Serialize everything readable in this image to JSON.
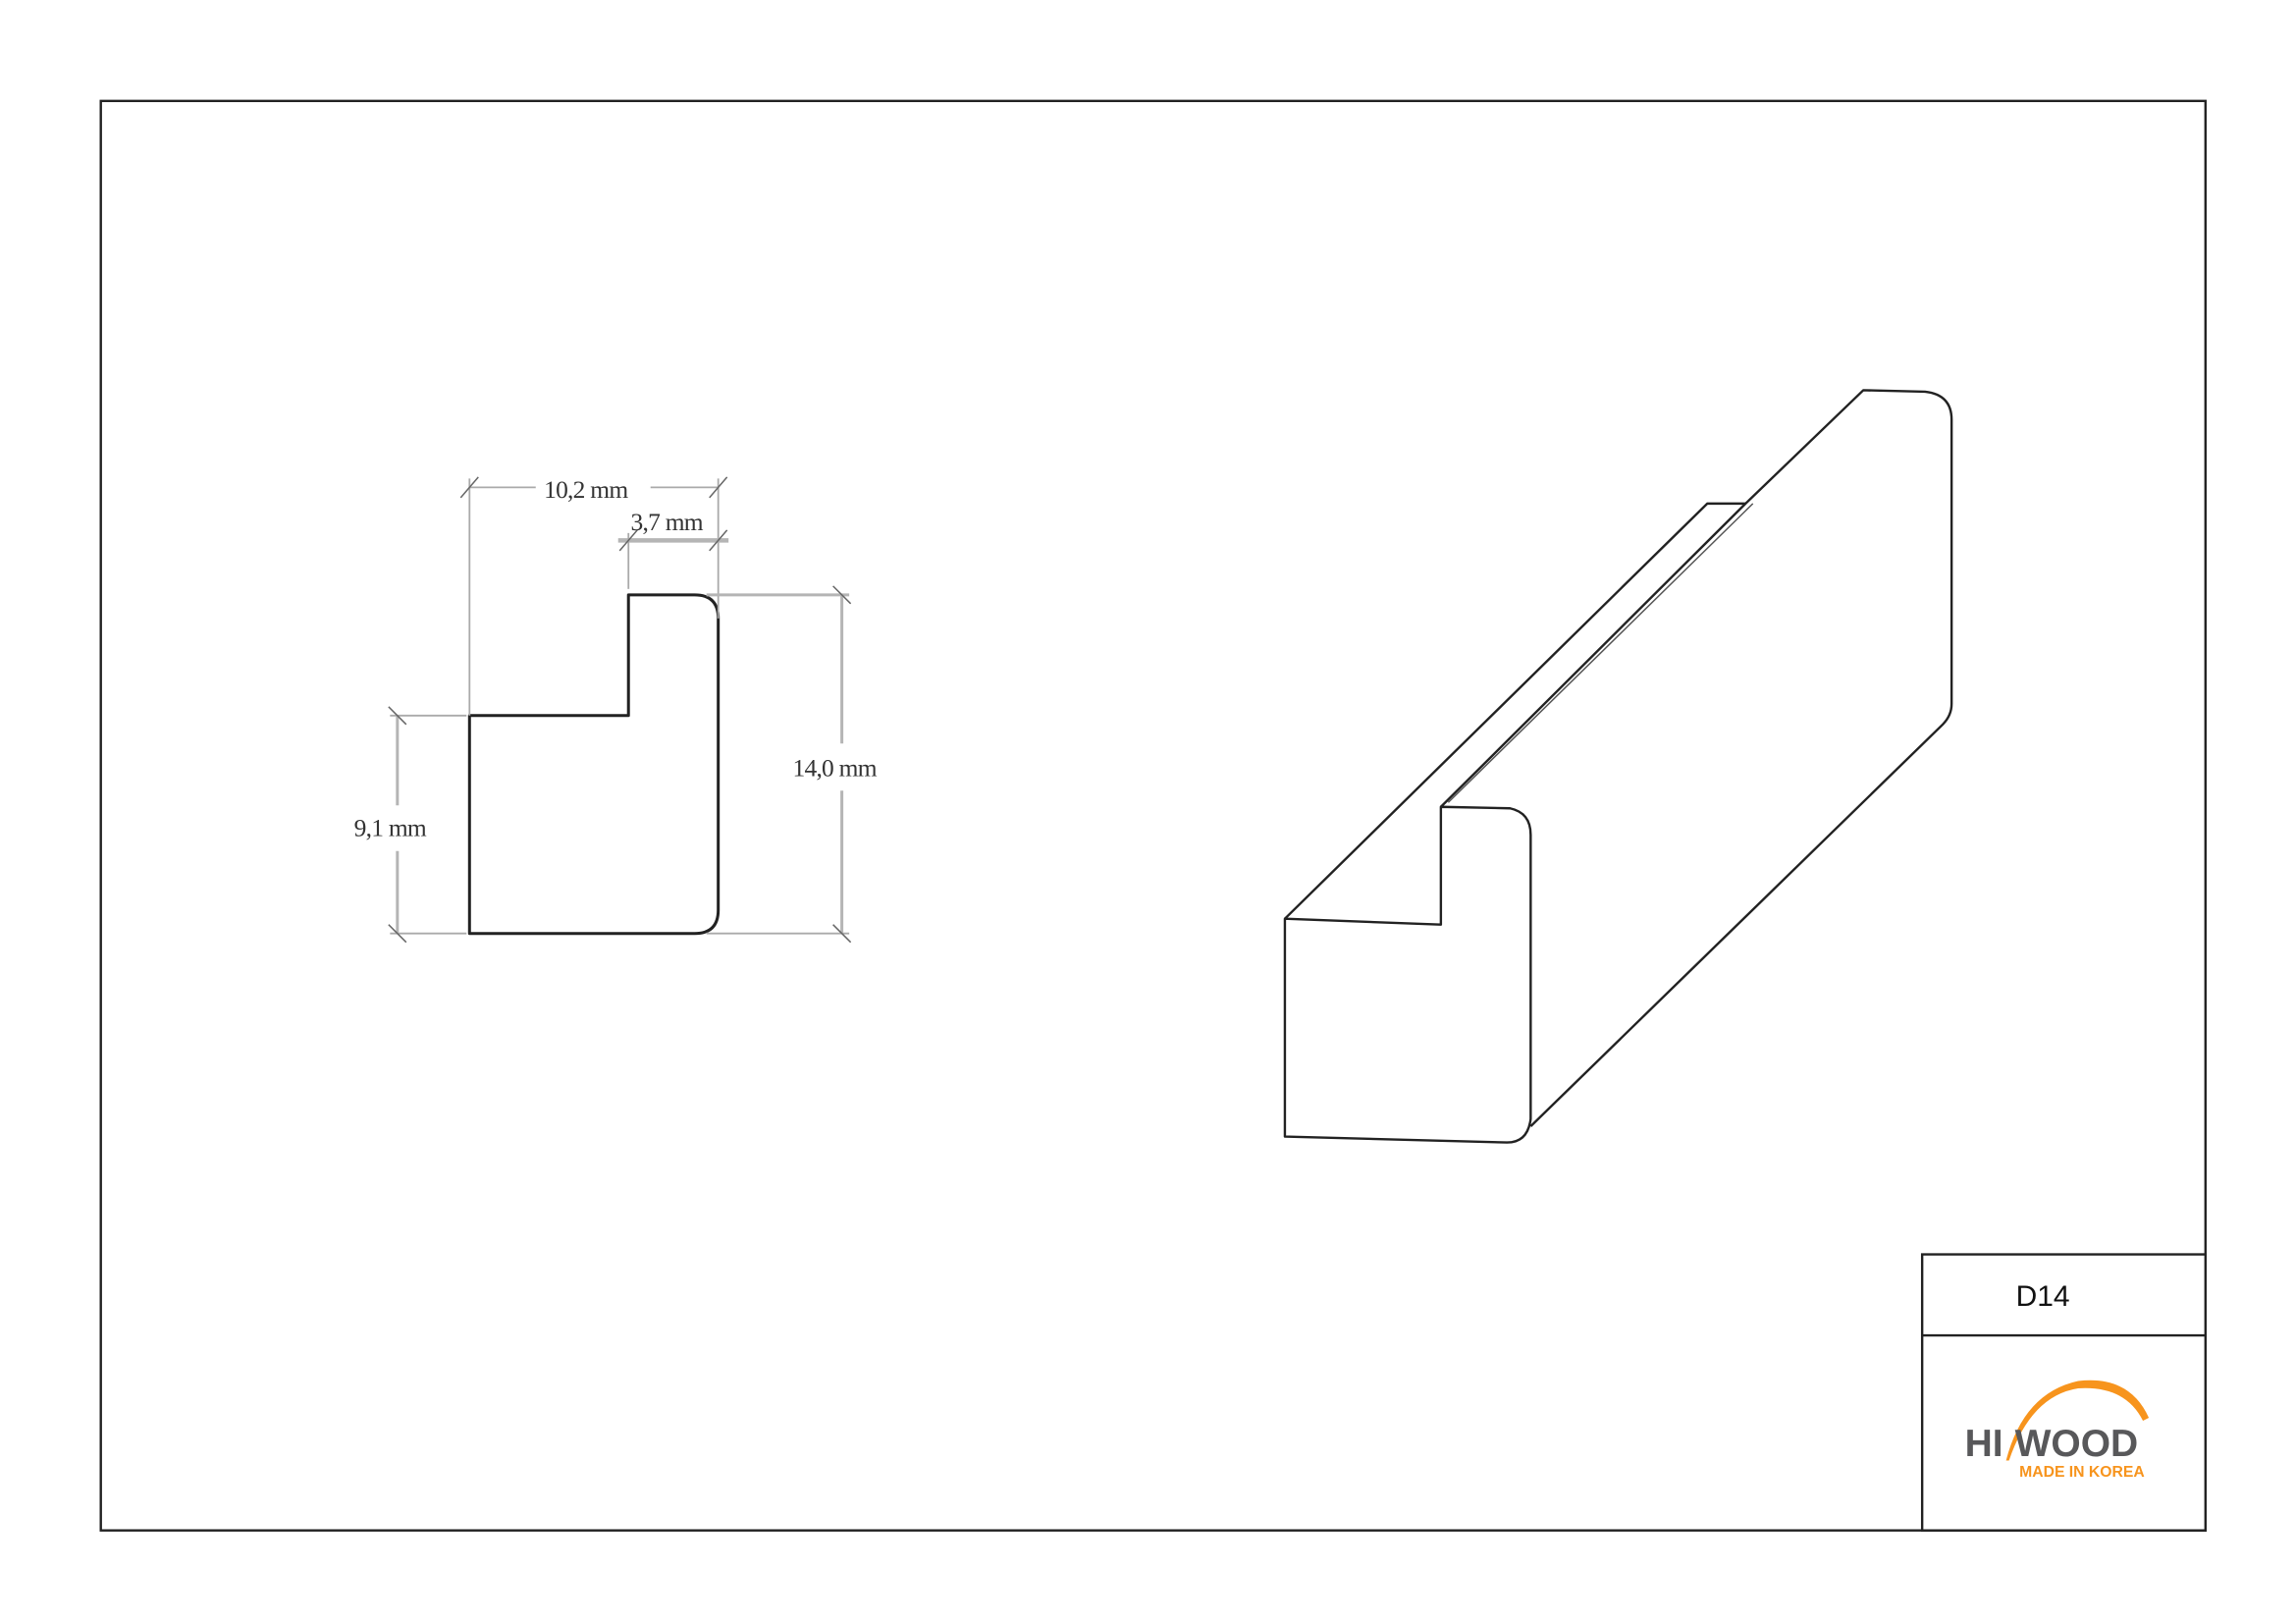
{
  "dimensions": {
    "total_width": "10,2 mm",
    "step_width": "3,7 mm",
    "total_height": "14,0 mm",
    "step_height": "9,1 mm"
  },
  "title_block": {
    "code": "D14",
    "logo": {
      "part1": "HI",
      "part2": "WOOD",
      "tagline": "MADE IN KOREA"
    }
  },
  "colors": {
    "logo_gray": "#58585a",
    "logo_orange": "#f7941d",
    "line": "#222222"
  }
}
